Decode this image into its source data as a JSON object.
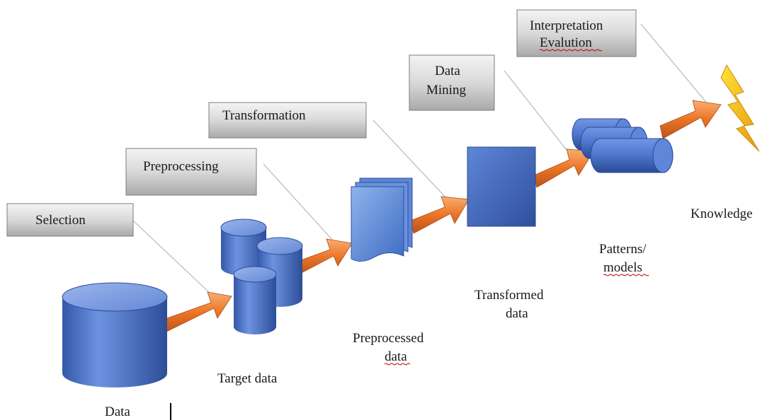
{
  "steps": {
    "selection": "Selection",
    "preprocessing": "Preprocessing",
    "transformation": "Transformation",
    "mining_line1": "Data",
    "mining_line2": "Mining",
    "interpretation_line1": "Interpretation",
    "interpretation_line2": "Evalution"
  },
  "captions": {
    "data": "Data",
    "target": "Target data",
    "preprocessed_line1": "Preprocessed",
    "preprocessed_line2": "data",
    "transformed_line1": "Transformed",
    "transformed_line2": "data",
    "patterns_line1": "Patterns/",
    "patterns_line2": "models",
    "knowledge": "Knowledge"
  },
  "colors": {
    "box_fill": "#c9c9c9",
    "cylinder": "#4a72c8",
    "arrow": "#f07a2a",
    "bolt": "#f5c81a"
  }
}
